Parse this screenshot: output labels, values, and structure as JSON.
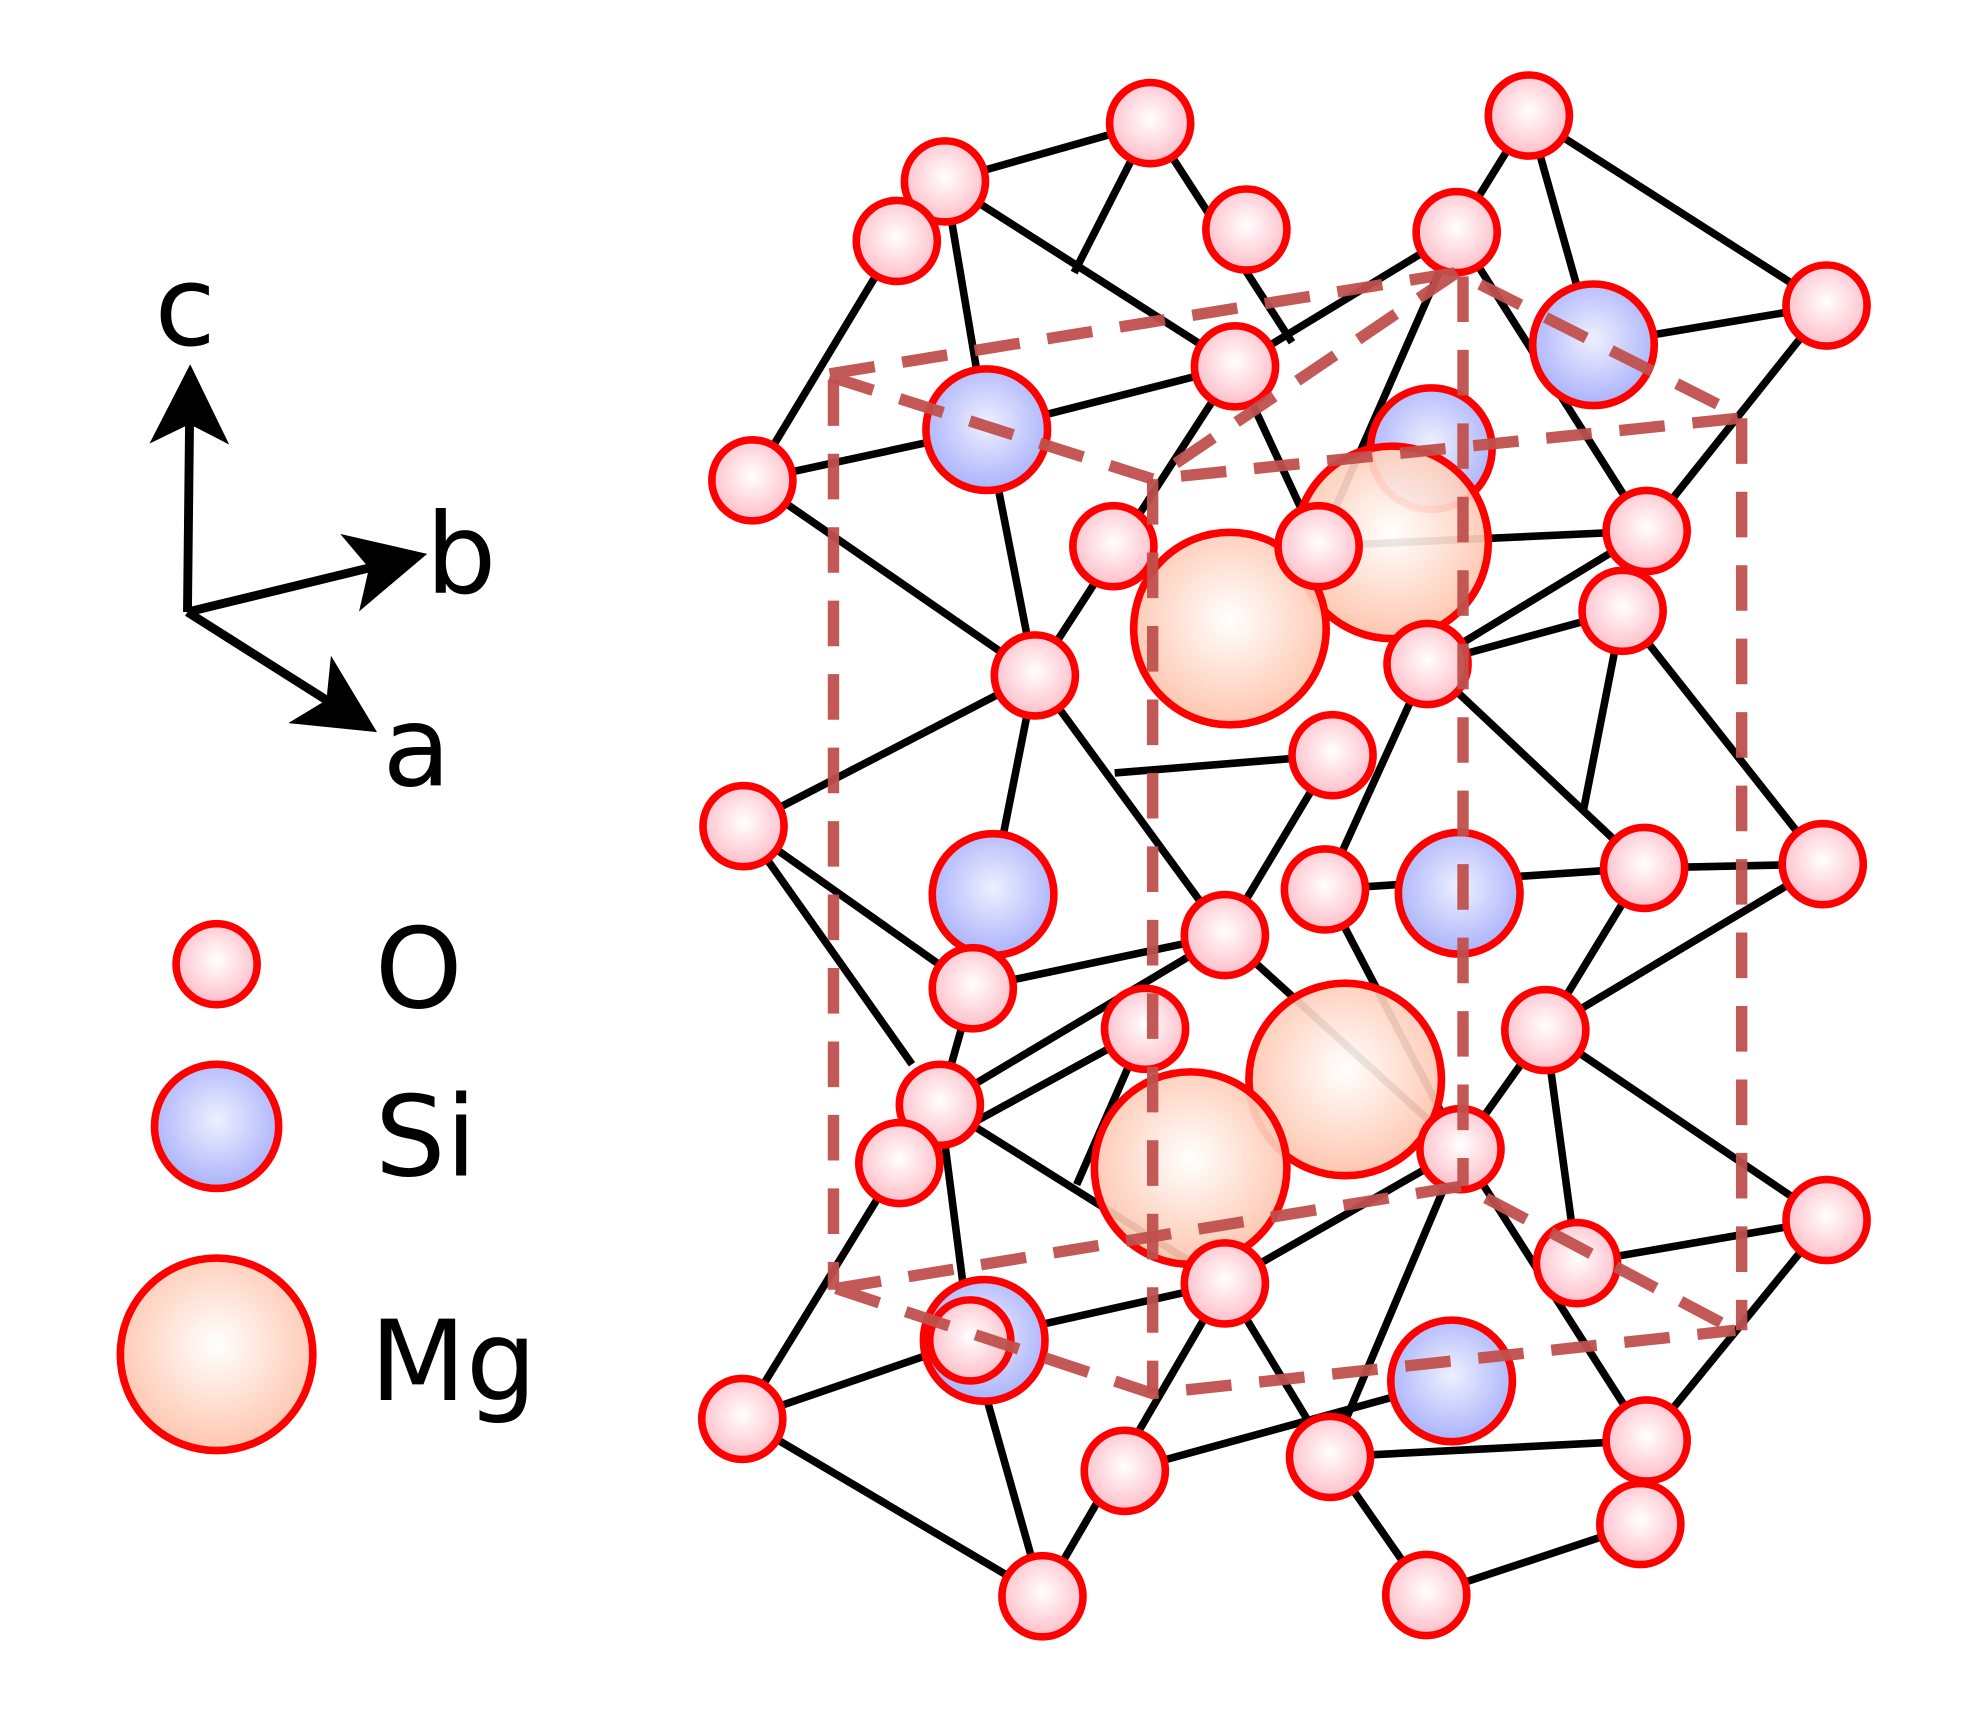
{
  "axes": {
    "c": "c",
    "b": "b",
    "a": "a"
  },
  "legend": [
    {
      "element": "O",
      "label": "O"
    },
    {
      "element": "Si",
      "label": "Si"
    },
    {
      "element": "Mg",
      "label": "Mg"
    }
  ],
  "colors": {
    "O": "#ffc0cb",
    "Si": "#b0b8ff",
    "Mg": "#ffc8b0",
    "outline": "#ff0000",
    "cell": "#c0504d"
  }
}
